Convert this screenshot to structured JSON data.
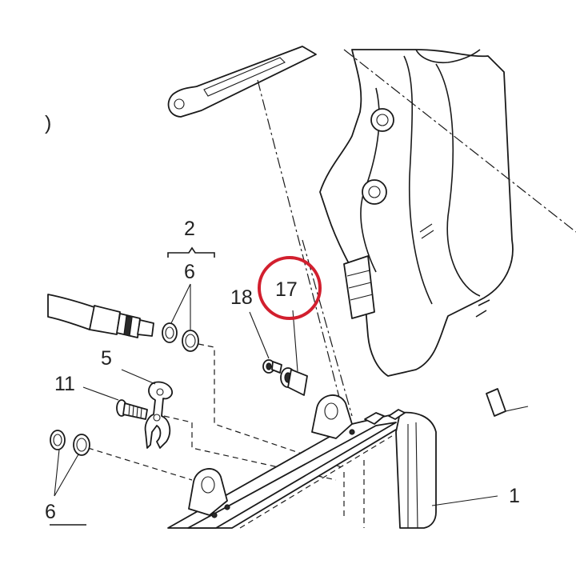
{
  "labels": {
    "l_2": "2",
    "l_6a": "6",
    "l_5": "5",
    "l_11": "11",
    "l_18": "18",
    "l_17": "17",
    "l_1": "1",
    "l_6b": "6",
    "l_edge": ")"
  },
  "colors": {
    "highlight": "#d21f2e",
    "line": "#1a1a1a"
  }
}
